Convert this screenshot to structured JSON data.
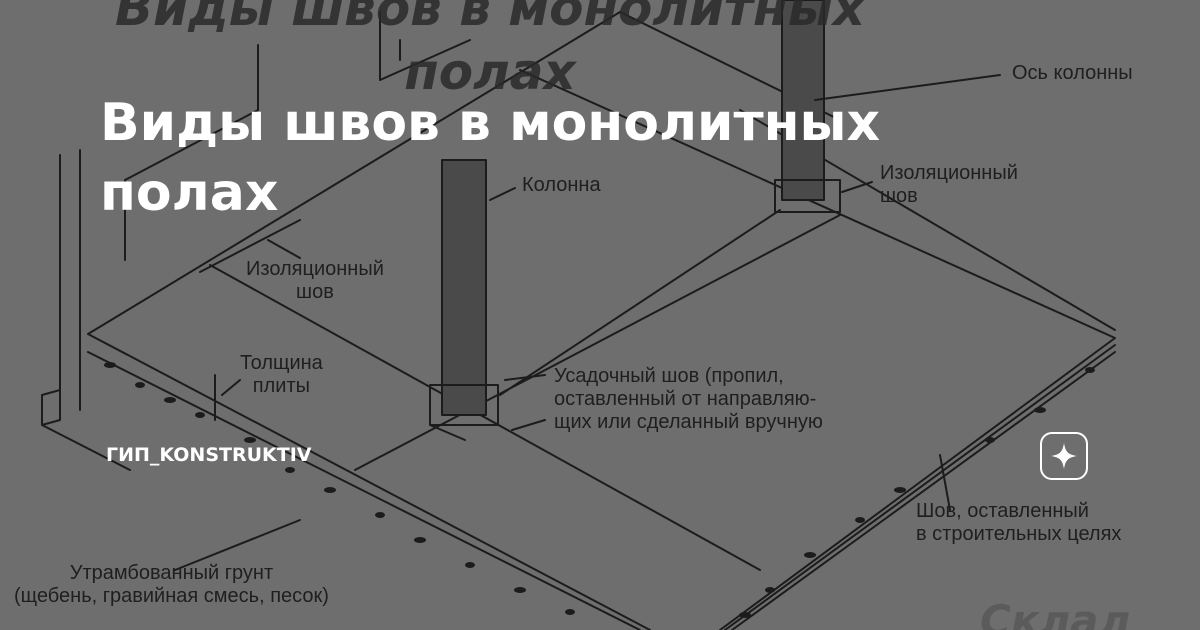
{
  "diagram": {
    "background_title": "Виды швов в монолитных\nполах",
    "labels": {
      "column_axis": "Ось колонны",
      "isolation_joint_right": "Изоляционный\nшов",
      "column": "Колонна",
      "isolation_joint_left": "Изоляционный\nшов",
      "slab_thickness": "Толщина\nплиты",
      "shrinkage_joint": "Усадочный шов (пропил,\nоставленный от направляю-\nщих или сделанный вручную",
      "construction_joint": "Шов, оставленный\nв строительных целях",
      "compacted_soil": "Утрамбованный грунт\n(щебень, гравийная смесь, песок)"
    },
    "watermark": "Склад"
  },
  "overlay": {
    "title": "Виды швов в монолитных\nполах",
    "channel_name": "ГИП_KONSTRUKTIV",
    "logo_icon": "sparkle-star-icon"
  },
  "colors": {
    "background": "#6e6e6e",
    "line": "#1c1c1c",
    "column_fill": "#4a4a4a",
    "overlay_text": "#ffffff"
  }
}
